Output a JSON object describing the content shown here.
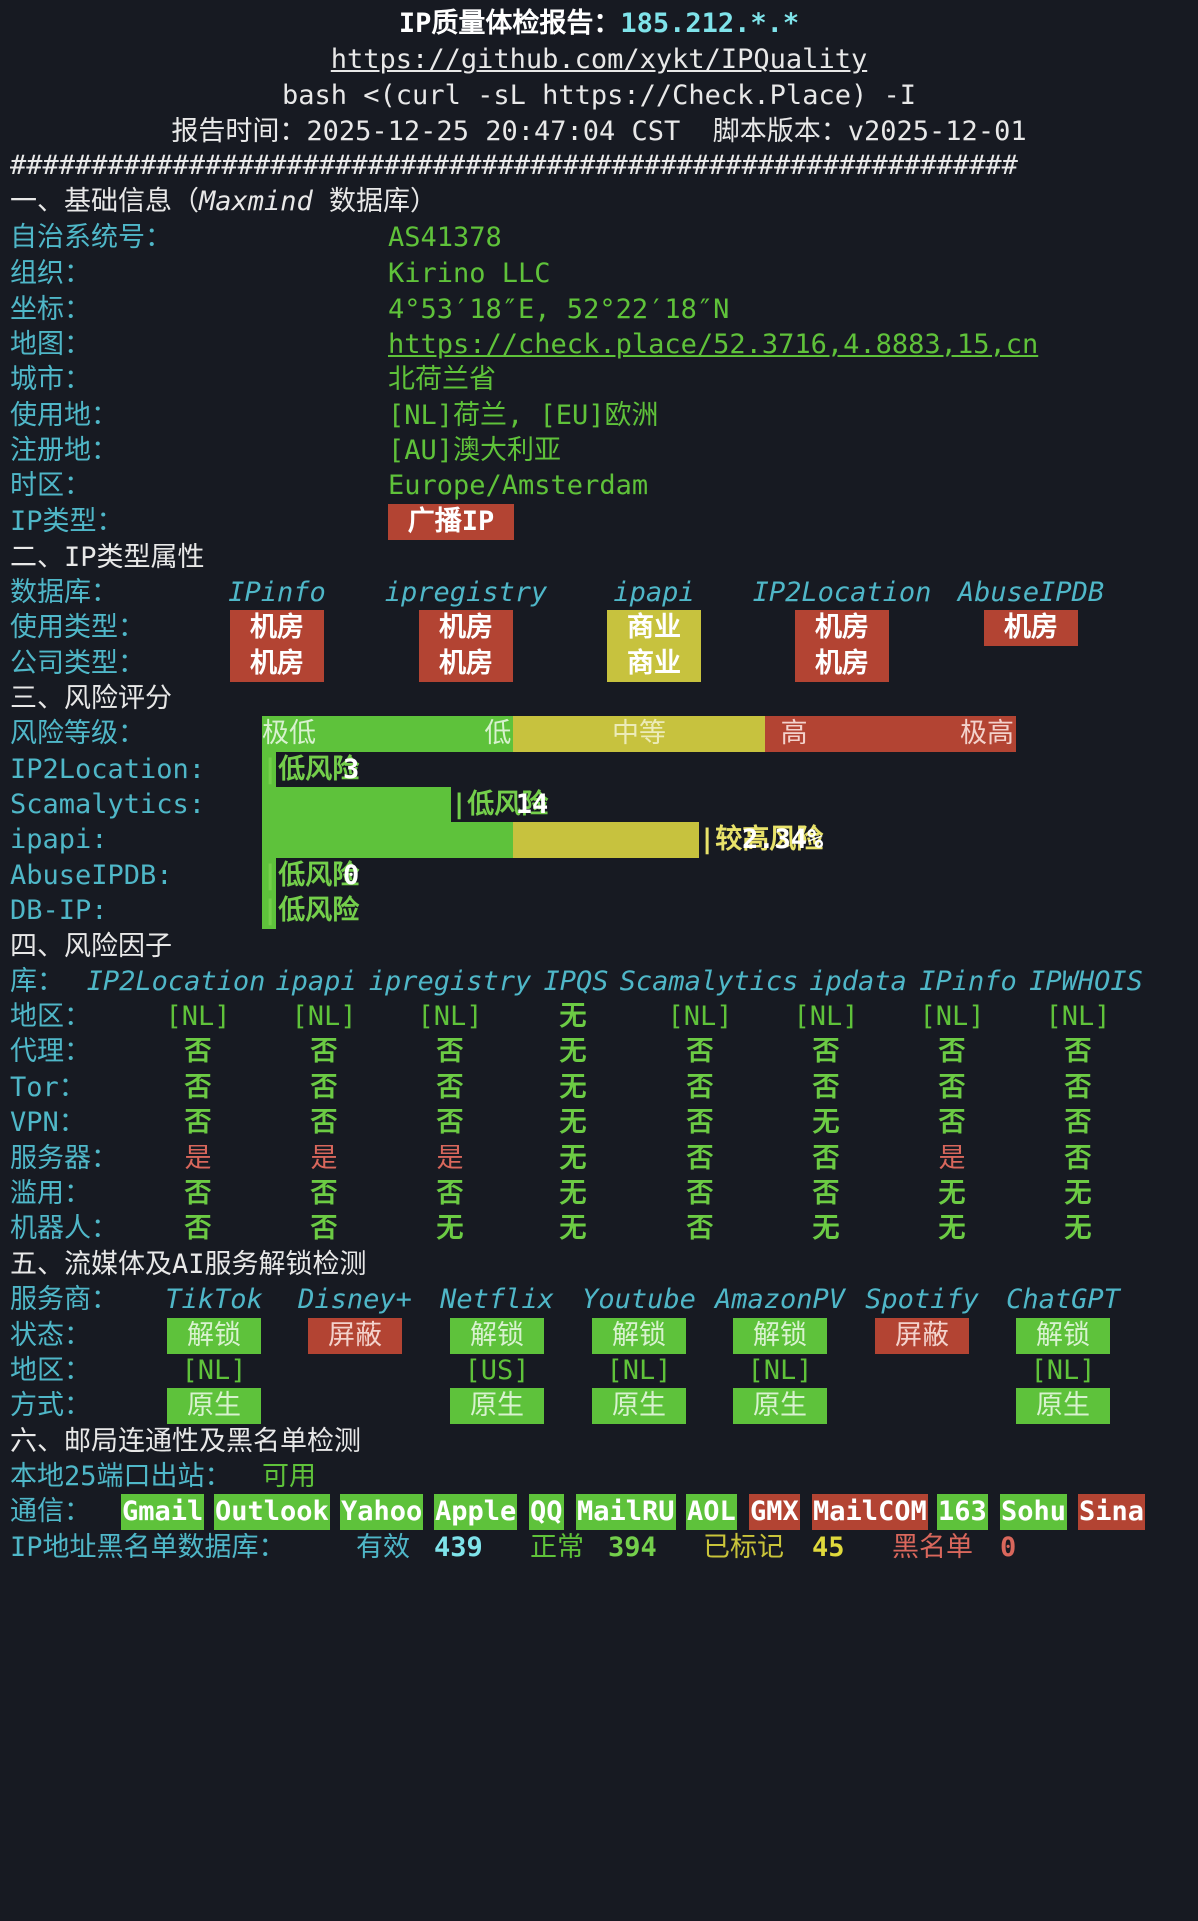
{
  "header": {
    "title_prefix": "IP质量体检报告：",
    "ip": "185.212.*.*",
    "repo_url": "https://github.com/xykt/IPQuality",
    "command": "bash <(curl -sL https://Check.Place) -I",
    "report_time": "报告时间：2025-12-25 20:47:04 CST  脚本版本：v2025-12-01",
    "divider": "##############################################################"
  },
  "basic": {
    "heading_a": "一、基础信息（",
    "heading_db": "Maxmind",
    "heading_b": " 数据库）",
    "asn_label": "自治系统号：",
    "asn": "AS41378",
    "org_label": "组织：",
    "org": "Kirino LLC",
    "coord_label": "坐标：",
    "coord": "4°53′18″E, 52°22′18″N",
    "map_label": "地图：",
    "map": "https://check.place/52.3716,4.8883,15,cn",
    "city_label": "城市：",
    "city": "北荷兰省",
    "usage_label": "使用地：",
    "usage": "[NL]荷兰, [EU]欧洲",
    "reg_label": "注册地：",
    "reg": "[AU]澳大利亚",
    "tz_label": "时区：",
    "tz": "Europe/Amsterdam",
    "iptype_label": "IP类型：",
    "iptype": "广播IP"
  },
  "iptype": {
    "heading": "二、IP类型属性",
    "db_label": "数据库：",
    "use_label": "使用类型：",
    "company_label": "公司类型：",
    "dbs": [
      "IPinfo",
      "ipregistry",
      "ipapi",
      "IP2Location",
      "AbuseIPDB"
    ],
    "use": [
      "机房",
      "机房",
      "商业",
      "机房",
      "机房"
    ],
    "company": [
      "机房",
      "机房",
      "商业",
      "机房"
    ]
  },
  "risk": {
    "heading": "三、风险评分",
    "level_label": "风险等级：",
    "scale": [
      "极低",
      "低",
      "中等",
      "高",
      "极高"
    ],
    "scale_colors": [
      "#5ec23b",
      "#c7c23e",
      "#b34433"
    ],
    "rows": [
      {
        "label": "IP2Location:",
        "text_value": "3",
        "pipe_label": "|低风险",
        "fraction": 0.0
      },
      {
        "label": "Scamalytics:",
        "text_value": "14",
        "pipe_label": "|低风险",
        "fraction": 0.25
      },
      {
        "label": "ipapi:",
        "text_value": "2.34%",
        "pipe_label": "|较高风险",
        "fraction": 0.58
      },
      {
        "label": "AbuseIPDB:",
        "text_value": "0",
        "pipe_label": "|低风险",
        "fraction": 0.0
      },
      {
        "label": "DB-IP:",
        "text_value": "",
        "pipe_label": "|低风险",
        "fraction": 0.0
      }
    ]
  },
  "factors": {
    "heading": "四、风险因子",
    "lib_label": "库：",
    "dbs": [
      "IP2Location",
      "ipapi",
      "ipregistry",
      "IPQS",
      "Scamalytics",
      "ipdata",
      "IPinfo",
      "IPWHOIS"
    ],
    "rows": [
      {
        "label": "地区：",
        "values": [
          "[NL]",
          "[NL]",
          "[NL]",
          "无",
          "[NL]",
          "[NL]",
          "[NL]",
          "[NL]"
        ]
      },
      {
        "label": "代理：",
        "values": [
          "否",
          "否",
          "否",
          "无",
          "否",
          "否",
          "否",
          "否"
        ]
      },
      {
        "label": "Tor：",
        "values": [
          "否",
          "否",
          "否",
          "无",
          "否",
          "否",
          "否",
          "否"
        ]
      },
      {
        "label": "VPN：",
        "values": [
          "否",
          "否",
          "否",
          "无",
          "否",
          "无",
          "否",
          "否"
        ]
      },
      {
        "label": "服务器：",
        "values": [
          "是",
          "是",
          "是",
          "无",
          "否",
          "否",
          "是",
          "否"
        ]
      },
      {
        "label": "滥用：",
        "values": [
          "否",
          "否",
          "否",
          "无",
          "否",
          "否",
          "无",
          "无"
        ]
      },
      {
        "label": "机器人：",
        "values": [
          "否",
          "否",
          "无",
          "无",
          "否",
          "无",
          "无",
          "无"
        ]
      }
    ]
  },
  "media": {
    "heading": "五、流媒体及AI服务解锁检测",
    "provider_label": "服务商：",
    "status_label": "状态：",
    "region_label": "地区：",
    "method_label": "方式：",
    "services": [
      "TikTok",
      "Disney+",
      "Netflix",
      "Youtube",
      "AmazonPV",
      "Spotify",
      "ChatGPT"
    ],
    "status": [
      "解锁",
      "屏蔽",
      "解锁",
      "解锁",
      "解锁",
      "屏蔽",
      "解锁"
    ],
    "region": [
      "[NL]",
      "",
      "[US]",
      "[NL]",
      "[NL]",
      "",
      "[NL]"
    ],
    "method": [
      "原生",
      "",
      "原生",
      "原生",
      "原生",
      "",
      "原生"
    ]
  },
  "mail": {
    "heading": "六、邮局连通性及黑名单检测",
    "port_label": "本地25端口出站：",
    "port_value": "可用",
    "comm_label": "通信：",
    "providers": [
      {
        "name": "Gmail",
        "ok": true
      },
      {
        "name": "Outlook",
        "ok": true
      },
      {
        "name": "Yahoo",
        "ok": true
      },
      {
        "name": "Apple",
        "ok": true
      },
      {
        "name": "QQ",
        "ok": true
      },
      {
        "name": "MailRU",
        "ok": true
      },
      {
        "name": "AOL",
        "ok": true
      },
      {
        "name": "GMX",
        "ok": false
      },
      {
        "name": "MailCOM",
        "ok": false
      },
      {
        "name": "163",
        "ok": true
      },
      {
        "name": "Sohu",
        "ok": true
      },
      {
        "name": "Sina",
        "ok": false
      }
    ],
    "bl_label": "IP地址黑名单数据库：",
    "valid_label": "有效",
    "valid": "439",
    "normal_label": "正常",
    "normal": "394",
    "marked_label": "已标记",
    "marked": "45",
    "black_label": "黑名单",
    "black": "0"
  }
}
